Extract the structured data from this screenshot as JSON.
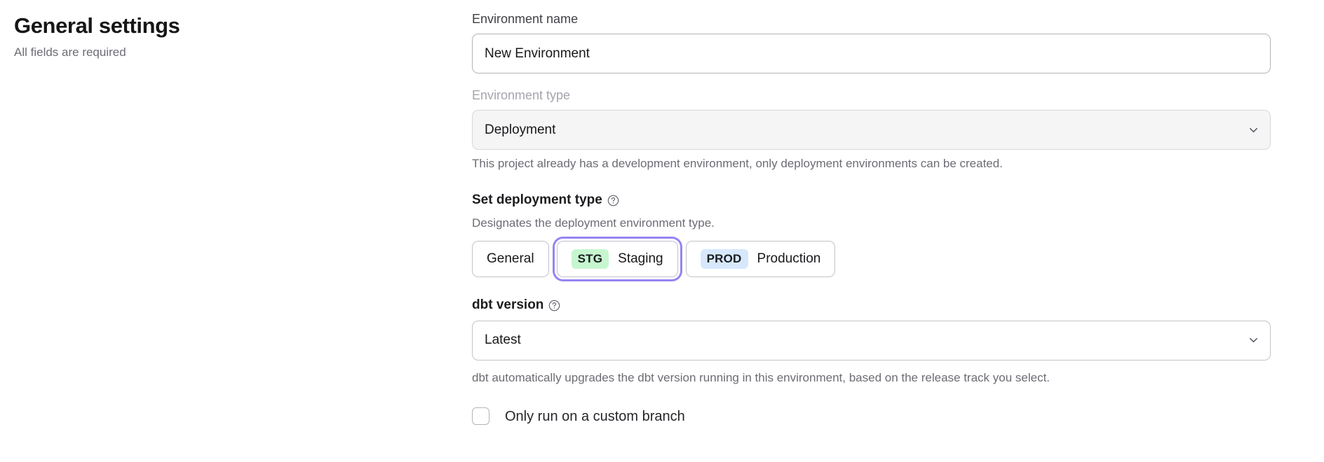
{
  "header": {
    "title": "General settings",
    "subtitle": "All fields are required"
  },
  "form": {
    "environment_name": {
      "label": "Environment name",
      "value": "New Environment",
      "placeholder": "Environment name"
    },
    "environment_type": {
      "label": "Environment type",
      "value": "Deployment",
      "disabled_note": "This project already has a development environment, only deployment environments can be created.",
      "chevron_icon": "chevron-down-icon"
    },
    "deployment_type": {
      "label": "Set deployment type",
      "help_icon": "question-mark-circle-icon",
      "description": "Designates the deployment environment type.",
      "options": [
        {
          "id": "general",
          "tag": "",
          "label": "General",
          "selected": false
        },
        {
          "id": "staging",
          "tag": "STG",
          "label": "Staging",
          "selected": true
        },
        {
          "id": "production",
          "tag": "PROD",
          "label": "Production",
          "selected": false
        }
      ]
    },
    "dbt_version": {
      "label": "dbt version",
      "help_icon": "question-mark-circle-icon",
      "value": "Latest",
      "helper": "dbt automatically upgrades the dbt version running in this environment, based on the release track you select.",
      "chevron_icon": "chevron-down-icon"
    },
    "custom_branch": {
      "label": "Only run on a custom branch",
      "checked": false
    }
  },
  "colors": {
    "focus_ring": "#9585f2",
    "tag_staging_bg": "#c6f6cf",
    "tag_production_bg": "#d7e8fc",
    "text_primary": "#18181b",
    "text_muted": "#6c6c75",
    "border": "#c3c3ca",
    "disabled_bg": "#f5f5f6"
  }
}
